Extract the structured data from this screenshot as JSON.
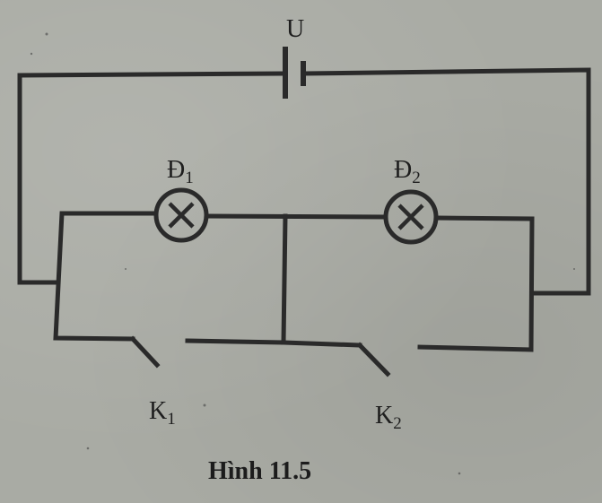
{
  "figure": {
    "caption": "Hình 11.5",
    "source_label": "U",
    "lamps": [
      {
        "id": "D1",
        "letter": "Đ",
        "subscript": "1"
      },
      {
        "id": "D2",
        "letter": "Đ",
        "subscript": "2"
      }
    ],
    "switches": [
      {
        "id": "K1",
        "letter": "K",
        "subscript": "1",
        "state": "open"
      },
      {
        "id": "K2",
        "letter": "K",
        "subscript": "2",
        "state": "open"
      }
    ],
    "colors": {
      "ink": "#2a2a2a",
      "paper": "#a9aba4"
    }
  }
}
